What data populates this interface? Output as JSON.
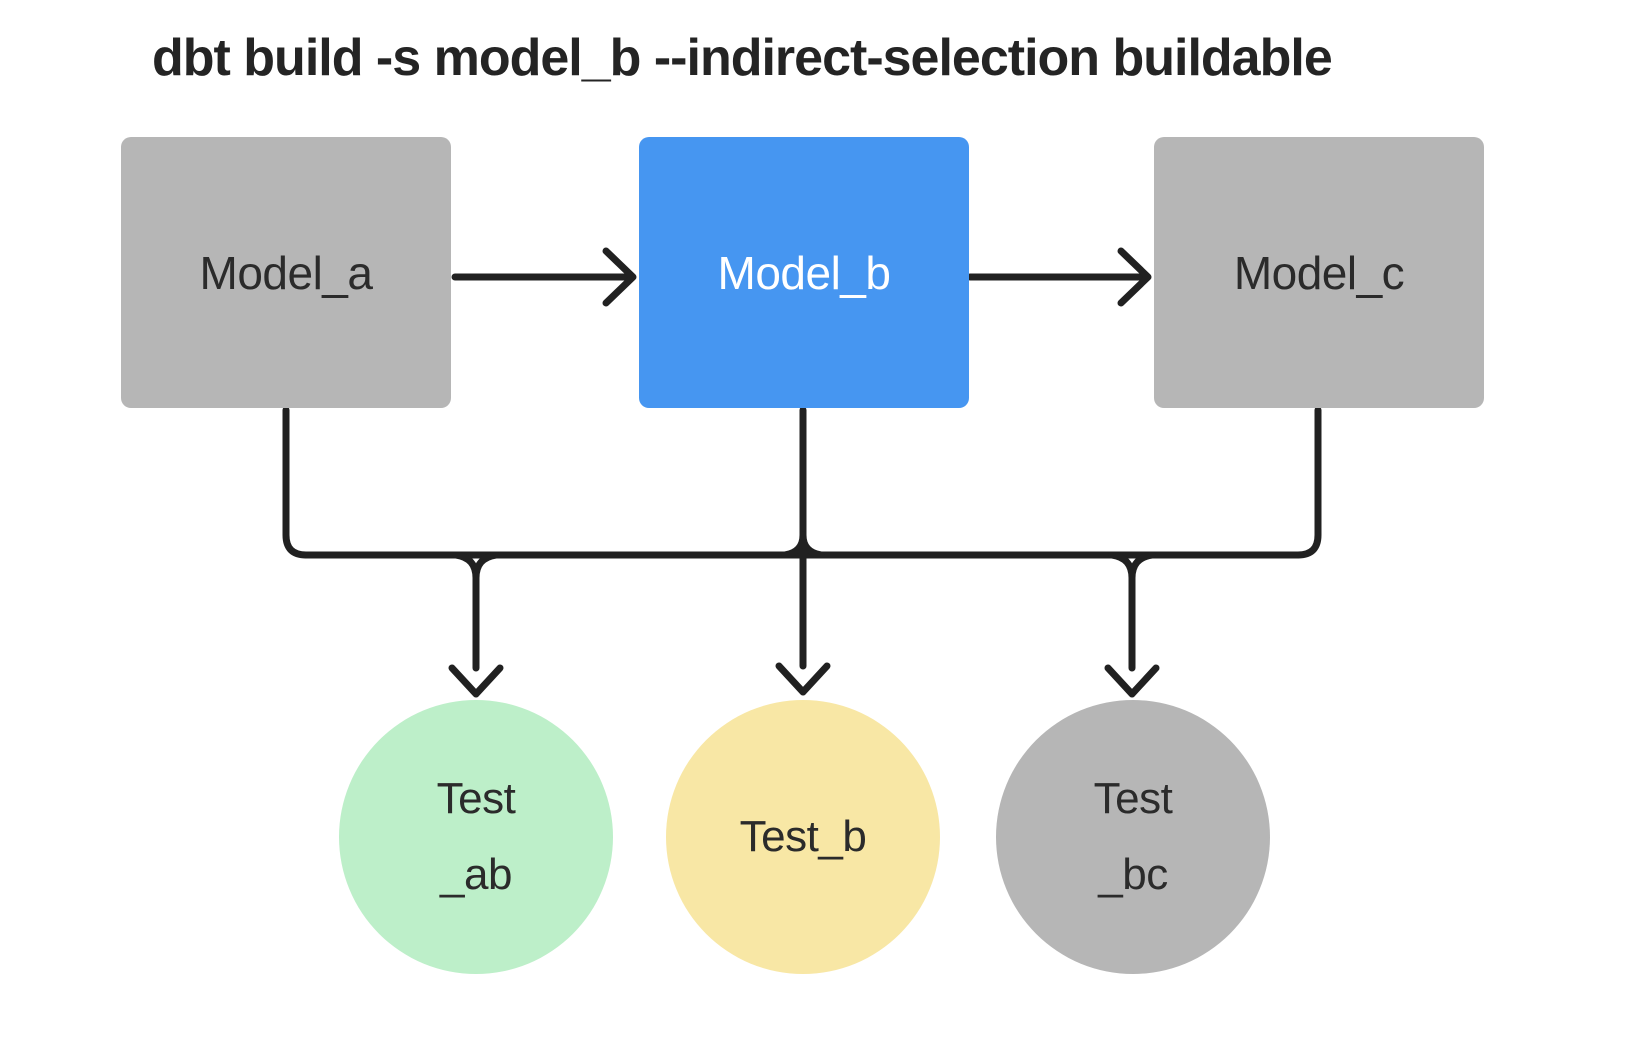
{
  "title": "dbt build -s model_b --indirect-selection buildable",
  "colors": {
    "background": "#ffffff",
    "line": "#212121",
    "title_text": "#242424",
    "node_text_dark": "#2b2b2b",
    "node_text_light": "#ffffff",
    "model_default_fill": "#b6b6b6",
    "model_selected_fill": "#4696f1",
    "test_ab_fill": "#bdefc9",
    "test_b_fill": "#f8e7a5",
    "test_bc_fill": "#b6b6b6"
  },
  "models": [
    {
      "id": "model_a",
      "label": "Model_a",
      "state": "default"
    },
    {
      "id": "model_b",
      "label": "Model_b",
      "state": "selected"
    },
    {
      "id": "model_c",
      "label": "Model_c",
      "state": "default"
    }
  ],
  "tests": [
    {
      "id": "test_ab",
      "line1": "Test",
      "line2": "_ab",
      "state": "green"
    },
    {
      "id": "test_b",
      "line1": "Test_b",
      "line2": "",
      "state": "yellow"
    },
    {
      "id": "test_bc",
      "line1": "Test",
      "line2": "_bc",
      "state": "gray"
    }
  ],
  "edges": [
    {
      "from": "Model_a",
      "to": "Model_b"
    },
    {
      "from": "Model_b",
      "to": "Model_c"
    },
    {
      "from": "Model_a",
      "to": "Test_ab"
    },
    {
      "from": "Model_b",
      "to": "Test_ab"
    },
    {
      "from": "Model_b",
      "to": "Test_b"
    },
    {
      "from": "Model_b",
      "to": "Test_bc"
    },
    {
      "from": "Model_c",
      "to": "Test_bc"
    }
  ]
}
